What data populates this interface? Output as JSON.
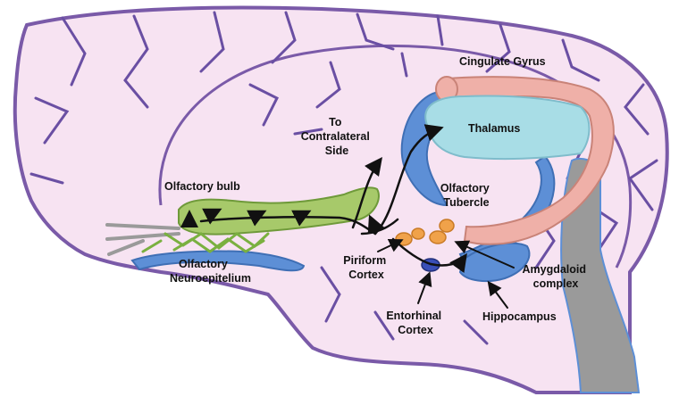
{
  "colors": {
    "brain_fill": "#f7e3f2",
    "brain_outline": "#7a5aa8",
    "gyri": "#6a4fa3",
    "cingulate": "#efb0a8",
    "cingulate_stroke": "#c98378",
    "thalamus": "#a8dde6",
    "blue_structure": "#5d8fd6",
    "blue_stroke": "#3f6fb5",
    "olfactory_bulb": "#a7c96a",
    "olfactory_stroke": "#6f9a3a",
    "piriform": "#f0a24a",
    "entorhinal": "#3a4fb8",
    "brainstem": "#9a9a9a",
    "arrows": "#111111"
  },
  "labels": {
    "cingulate_gyrus": "Cingulate Gyrus",
    "thalamus": "Thalamus",
    "to_contralateral": [
      "To",
      "Contralateral",
      "Side"
    ],
    "olfactory_bulb": "Olfactory bulb",
    "olfactory_tubercle": [
      "Olfactory",
      "Tubercle"
    ],
    "olfactory_neuroepithelium": [
      "Olfactory",
      "Neuroepitelium"
    ],
    "piriform_cortex": [
      "Piriform",
      "Cortex"
    ],
    "amygdaloid_complex": [
      "Amygdaloid",
      "complex"
    ],
    "entorhinal_cortex": [
      "Entorhinal",
      "Cortex"
    ],
    "hippocampus": "Hippocampus"
  }
}
